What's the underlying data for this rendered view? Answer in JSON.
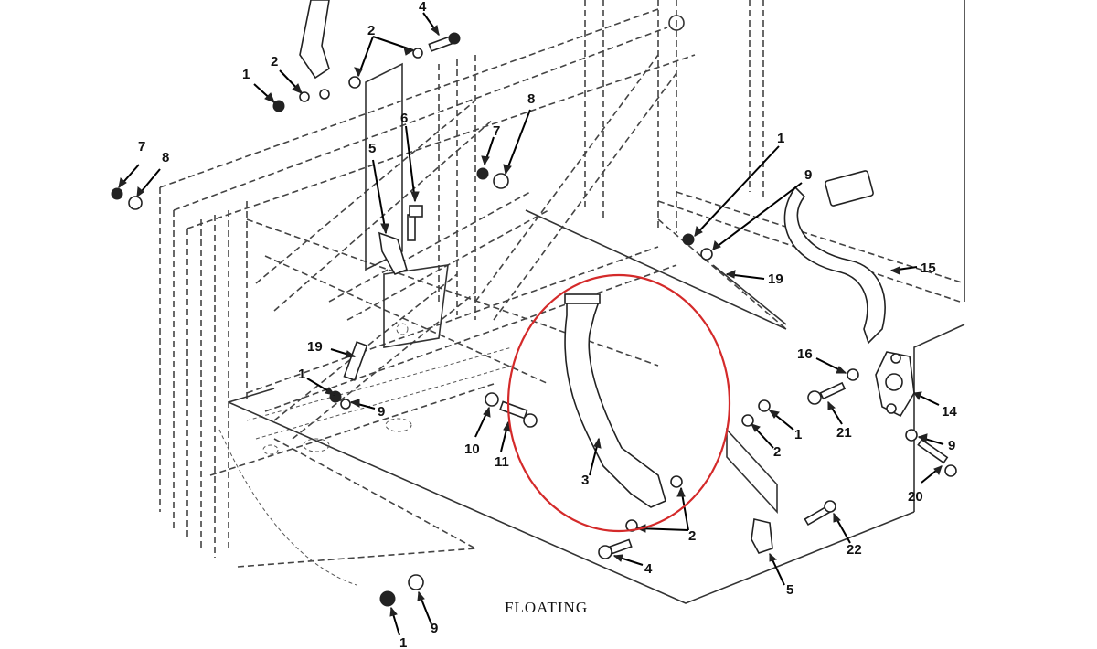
{
  "caption": "FLOATING",
  "callouts": {
    "c1a": "1",
    "c2a": "2",
    "c2b": "2",
    "c4a": "4",
    "c7a": "7",
    "c8a": "8",
    "c6a": "6",
    "c5a": "5",
    "c7b": "7",
    "c8b": "8",
    "c1b": "1",
    "c9a": "9",
    "c15": "15",
    "c19a": "19",
    "c16": "16",
    "c14": "14",
    "c21": "21",
    "c9b": "9",
    "c20": "20",
    "c19b": "19",
    "c1c": "1",
    "c9c": "9",
    "c10": "10",
    "c11": "11",
    "c1d": "1",
    "c2c": "2",
    "c3": "3",
    "c2d": "2",
    "c4b": "4",
    "c5b": "5",
    "c22": "22",
    "c1e": "1",
    "c9d": "9"
  },
  "highlight": {
    "color": "#d42a2a",
    "label": "circled part 3"
  }
}
